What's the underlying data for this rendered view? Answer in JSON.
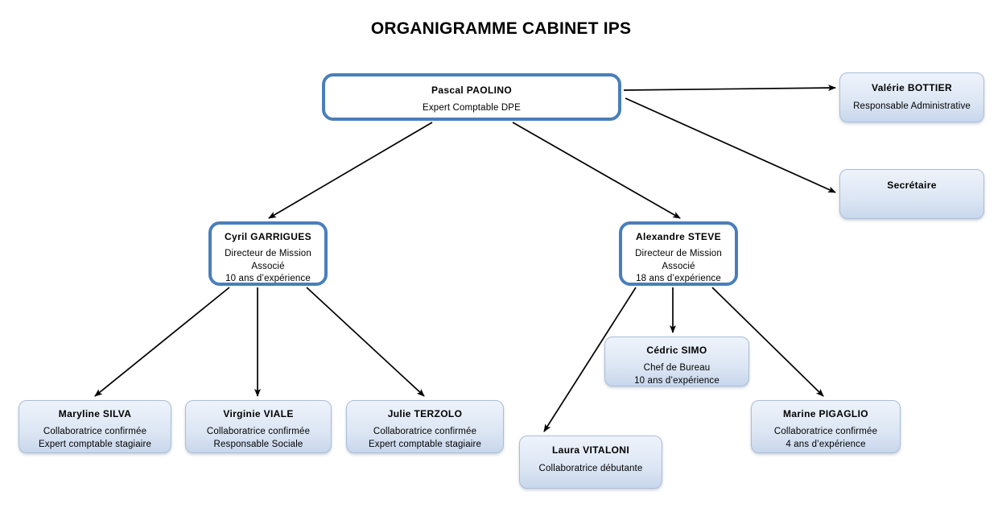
{
  "title": "ORGANIGRAMME CABINET IPS",
  "colors": {
    "primary_border": "#4a7ebb",
    "secondary_fill_top": "#eef3fa",
    "secondary_fill_bottom": "#c8d7ec",
    "secondary_border": "#a9bdd8",
    "connector": "#000000",
    "text": "#000000",
    "background": "#ffffff"
  },
  "chart_data": {
    "type": "diagram",
    "title": "ORGANIGRAMME CABINET IPS",
    "nodes": [
      {
        "id": "paolino",
        "name": "Pascal PAOLINO",
        "lines": [
          "Expert Comptable DPE"
        ],
        "style": "primary",
        "level": 0
      },
      {
        "id": "bottier",
        "name": "Valérie BOTTIER",
        "lines": [
          "Responsable Administrative"
        ],
        "style": "secondary",
        "level": 1
      },
      {
        "id": "secretaire",
        "name": "Secrétaire",
        "lines": [],
        "style": "secondary",
        "level": 1
      },
      {
        "id": "garrigues",
        "name": "Cyril GARRIGUES",
        "lines": [
          "Directeur de Mission",
          "Associé",
          "10 ans d’expérience"
        ],
        "style": "primary",
        "level": 1
      },
      {
        "id": "steve",
        "name": "Alexandre STEVE",
        "lines": [
          "Directeur de Mission",
          "Associé",
          "18 ans d’expérience"
        ],
        "style": "primary",
        "level": 1
      },
      {
        "id": "silva",
        "name": "Maryline SILVA",
        "lines": [
          "Collaboratrice confirmée",
          "Expert comptable stagiaire"
        ],
        "style": "secondary",
        "level": 2
      },
      {
        "id": "viale",
        "name": "Virginie VIALE",
        "lines": [
          "Collaboratrice confirmée",
          "Responsable Sociale"
        ],
        "style": "secondary",
        "level": 2
      },
      {
        "id": "terzolo",
        "name": "Julie TERZOLO",
        "lines": [
          "Collaboratrice confirmée",
          "Expert comptable stagiaire"
        ],
        "style": "secondary",
        "level": 2
      },
      {
        "id": "simo",
        "name": "Cédric SIMO",
        "lines": [
          "Chef de Bureau",
          "10 ans d’expérience"
        ],
        "style": "secondary",
        "level": 2
      },
      {
        "id": "vitaloni",
        "name": "Laura VITALONI",
        "lines": [
          "Collaboratrice débutante"
        ],
        "style": "secondary",
        "level": 2
      },
      {
        "id": "pigaglio",
        "name": "Marine PIGAGLIO",
        "lines": [
          "Collaboratrice confirmée",
          "4 ans d’expérience"
        ],
        "style": "secondary",
        "level": 2
      }
    ],
    "edges": [
      {
        "from": "paolino",
        "to": "bottier",
        "kind": "arrow"
      },
      {
        "from": "paolino",
        "to": "secretaire",
        "kind": "arrow"
      },
      {
        "from": "paolino",
        "to": "garrigues",
        "kind": "arrow"
      },
      {
        "from": "paolino",
        "to": "steve",
        "kind": "arrow"
      },
      {
        "from": "garrigues",
        "to": "silva",
        "kind": "arrow"
      },
      {
        "from": "garrigues",
        "to": "viale",
        "kind": "arrow"
      },
      {
        "from": "garrigues",
        "to": "terzolo",
        "kind": "arrow"
      },
      {
        "from": "steve",
        "to": "vitaloni",
        "kind": "arrow"
      },
      {
        "from": "steve",
        "to": "simo",
        "kind": "arrow"
      },
      {
        "from": "steve",
        "to": "pigaglio",
        "kind": "arrow"
      }
    ]
  },
  "nodes": {
    "paolino": {
      "name": "Pascal PAOLINO",
      "line1": "Expert Comptable DPE"
    },
    "bottier": {
      "name": "Valérie BOTTIER",
      "line1": "Responsable Administrative"
    },
    "secretaire": {
      "name": "Secrétaire"
    },
    "garrigues": {
      "name": "Cyril GARRIGUES",
      "line1": "Directeur de Mission",
      "line2": "Associé",
      "line3": "10 ans d’expérience"
    },
    "steve": {
      "name": "Alexandre STEVE",
      "line1": "Directeur de Mission",
      "line2": "Associé",
      "line3": "18 ans d’expérience"
    },
    "silva": {
      "name": "Maryline SILVA",
      "line1": "Collaboratrice confirmée",
      "line2": "Expert comptable stagiaire"
    },
    "viale": {
      "name": "Virginie VIALE",
      "line1": "Collaboratrice confirmée",
      "line2": "Responsable Sociale"
    },
    "terzolo": {
      "name": "Julie TERZOLO",
      "line1": "Collaboratrice confirmée",
      "line2": "Expert comptable stagiaire"
    },
    "simo": {
      "name": "Cédric SIMO",
      "line1": "Chef de Bureau",
      "line2": "10 ans d’expérience"
    },
    "vitaloni": {
      "name": "Laura VITALONI",
      "line1": "Collaboratrice débutante"
    },
    "pigaglio": {
      "name": "Marine PIGAGLIO",
      "line1": "Collaboratrice confirmée",
      "line2": "4 ans d’expérience"
    }
  }
}
